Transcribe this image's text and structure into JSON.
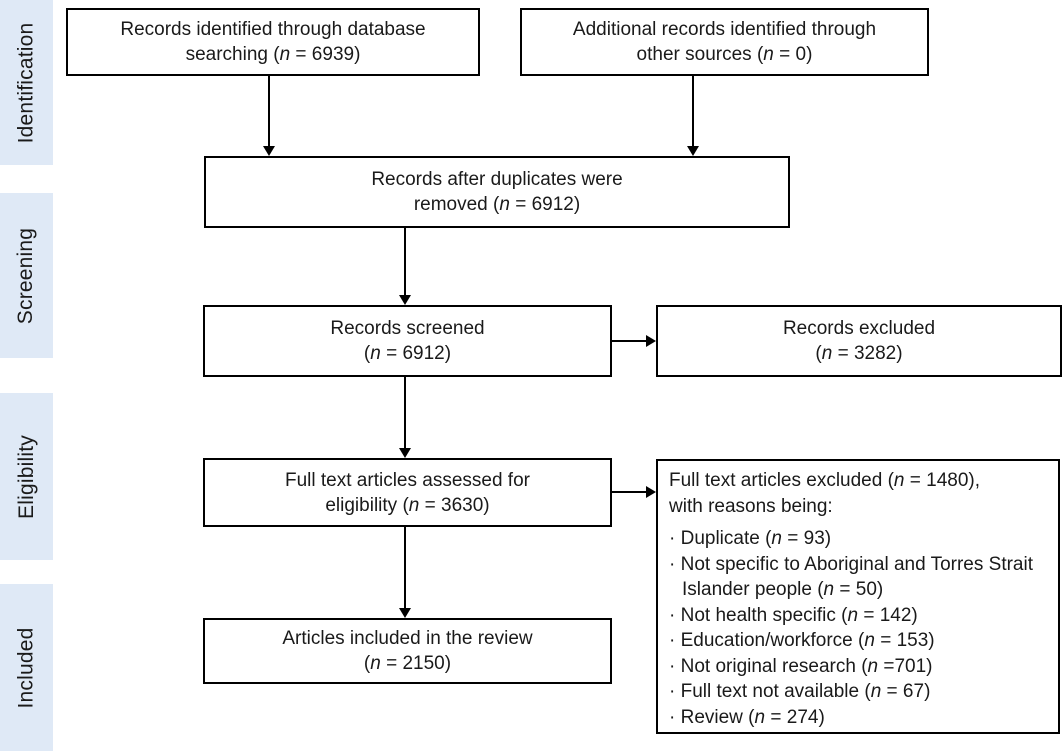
{
  "figure": {
    "kind": "prisma-flow-diagram",
    "colors": {
      "stage_band_bg": "#dfe9f6",
      "box_border": "#000000",
      "arrow": "#000000",
      "text": "#1a1a1a",
      "background": "#ffffff"
    },
    "stages": {
      "identification": "Identification",
      "screening": "Screening",
      "eligibility": "Eligibility",
      "included": "Included"
    },
    "boxes": {
      "identified": {
        "lines": [
          "Records identified through database",
          "searching (n = 6939)"
        ]
      },
      "additional": {
        "lines": [
          "Additional records identified through",
          "other sources (n = 0)"
        ]
      },
      "deduplicated": {
        "lines": [
          "Records after duplicates were",
          "removed (n = 6912)"
        ]
      },
      "screened": {
        "lines": [
          "Records screened",
          "(n = 6912)"
        ]
      },
      "records_excluded": {
        "lines": [
          "Records excluded",
          "(n = 3282)"
        ]
      },
      "fulltext_assessed": {
        "lines": [
          "Full text articles assessed for",
          "eligibility (n = 3630)"
        ]
      },
      "articles_included": {
        "lines": [
          "Articles included in the review",
          "(n = 2150)"
        ]
      },
      "fulltext_excluded": {
        "heading_lines": [
          "Full text articles excluded (n = 1480),",
          "with reasons being:"
        ],
        "bullet_char": "·",
        "reasons": [
          "Duplicate (n = 93)",
          "Not specific to Aboriginal and Torres Strait Islander people (n = 50)",
          "Not health specific (n = 142)",
          "Education/workforce (n = 153)",
          "Not original research (n =701)",
          "Full text not available (n = 67)",
          "Review (n = 274)"
        ]
      }
    },
    "counts": {
      "identified": 6939,
      "additional": 0,
      "after_duplicates": 6912,
      "screened": 6912,
      "records_excluded": 3282,
      "fulltext_assessed": 3630,
      "fulltext_excluded": 1480,
      "included": 2150
    }
  }
}
